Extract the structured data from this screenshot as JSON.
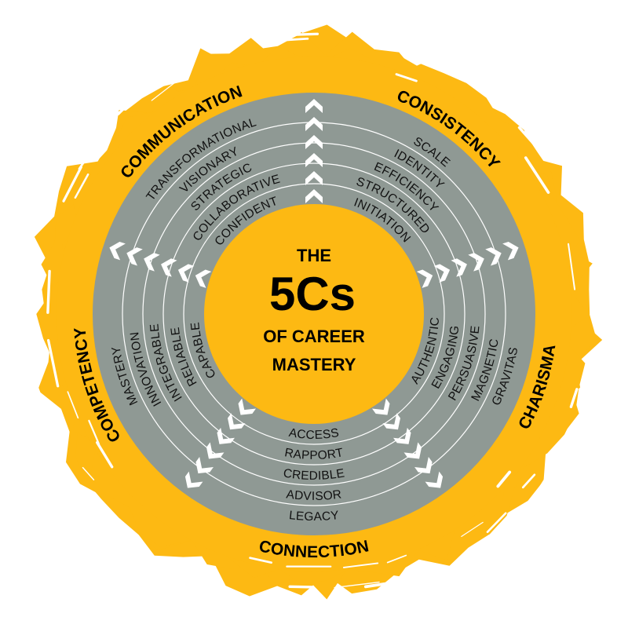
{
  "colors": {
    "yellow": "#FDB913",
    "grey": "#8F9994",
    "line": "#FFFFFF",
    "text": "#000000"
  },
  "center": {
    "line1": "THE",
    "line2": "5Cs",
    "line3": "OF CAREER",
    "line4": "MASTERY"
  },
  "sectors": [
    {
      "title": "COMMUNICATION",
      "words": [
        "CONFIDENT",
        "COLLABORATIVE",
        "STRATEGIC",
        "VISIONARY",
        "TRANSFORMATIONAL"
      ]
    },
    {
      "title": "CONSISTENCY",
      "words": [
        "INITIATION",
        "STRUCTURED",
        "EFFICIENCY",
        "IDENTITY",
        "SCALE"
      ]
    },
    {
      "title": "CHARISMA",
      "words": [
        "AUTHENTIC",
        "ENGAGING",
        "PERSUASIVE",
        "MAGNETIC",
        "GRAVITAS"
      ]
    },
    {
      "title": "CONNECTION",
      "words": [
        "ACCESS",
        "RAPPORT",
        "CREDIBLE",
        "ADVISOR",
        "LEGACY"
      ]
    },
    {
      "title": "COMPETENCY",
      "words": [
        "CAPABLE",
        "RELIABLE",
        "INTEGRABLE",
        "INNOVATION",
        "MASTERY"
      ]
    }
  ],
  "arrow_icon": "chevron-outward-icon"
}
